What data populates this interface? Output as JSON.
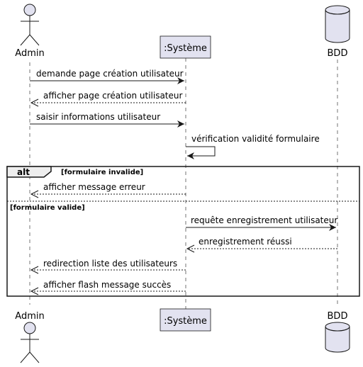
{
  "participants": {
    "admin": "Admin",
    "systeme": ":Système",
    "bdd": "BDD"
  },
  "messages": [
    "demande page création utilisateur",
    "afficher page création utilisateur",
    "saisir informations utilisateur",
    "vérification validité formulaire",
    "afficher message erreur",
    "requête enregistrement utilisateur",
    "enregistrement réussi",
    "redirection liste des utilisateurs",
    "afficher flash message succès"
  ],
  "fragment": {
    "keyword": "alt",
    "guard_invalid": "[formulaire invalide]",
    "guard_valid": "[formulaire valide]"
  },
  "colors": {
    "participant_fill": "#E2E2F0",
    "participant_border": "#181818",
    "lifeline": "#181818",
    "arrow": "#181818",
    "fragment_fill": "#EEEEEE",
    "background": "#FFFFFF"
  }
}
